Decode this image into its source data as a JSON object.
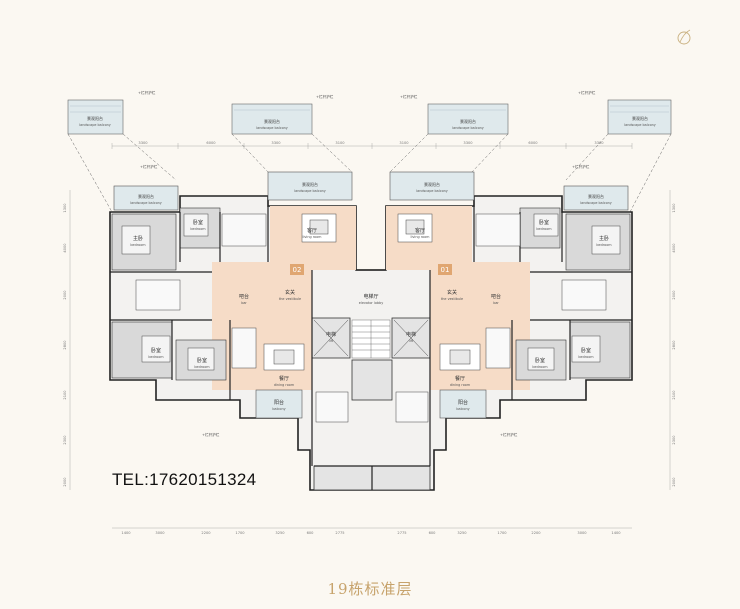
{
  "plan": {
    "contact": "TEL:17620151324",
    "caption": "19栋标准层",
    "unit_badges": [
      "02",
      "01"
    ],
    "railing_note": "+栏杆护栏",
    "balcony": {
      "name": "景观阳台",
      "sub": "landscape balcony"
    },
    "rooms": {
      "bedroom": {
        "name": "卧室",
        "sub": "bedroom"
      },
      "master_bedroom": {
        "name": "主卧",
        "sub": "bedroom"
      },
      "living": {
        "name": "客厅",
        "sub": "living room"
      },
      "dining": {
        "name": "餐厅",
        "sub": "dining room"
      },
      "foyer": {
        "name": "玄关",
        "sub": "the vestibule"
      },
      "bar": {
        "name": "吧台",
        "sub": "bar"
      },
      "lobby": {
        "name": "电梯厅",
        "sub": "elevator lobby"
      },
      "lift": {
        "name": "电梯",
        "sub": "lift"
      },
      "balcony2": {
        "name": "阳台",
        "sub": "balcony"
      }
    },
    "dimensions": {
      "top": [
        "3300",
        "6000",
        "3300",
        "3100",
        "3100",
        "3300",
        "6000",
        "3300"
      ],
      "bottom": [
        "1400",
        "3000",
        "2200",
        "1700",
        "3250",
        "600",
        "2775",
        "2775",
        "600",
        "3250",
        "1700",
        "2200",
        "3000",
        "1400"
      ],
      "left": [
        "1300",
        "4000",
        "2000",
        "2800",
        "2100",
        "2300",
        "2000"
      ],
      "right": [
        "1300",
        "4000",
        "2000",
        "2800",
        "2100",
        "2300",
        "2000"
      ]
    }
  }
}
